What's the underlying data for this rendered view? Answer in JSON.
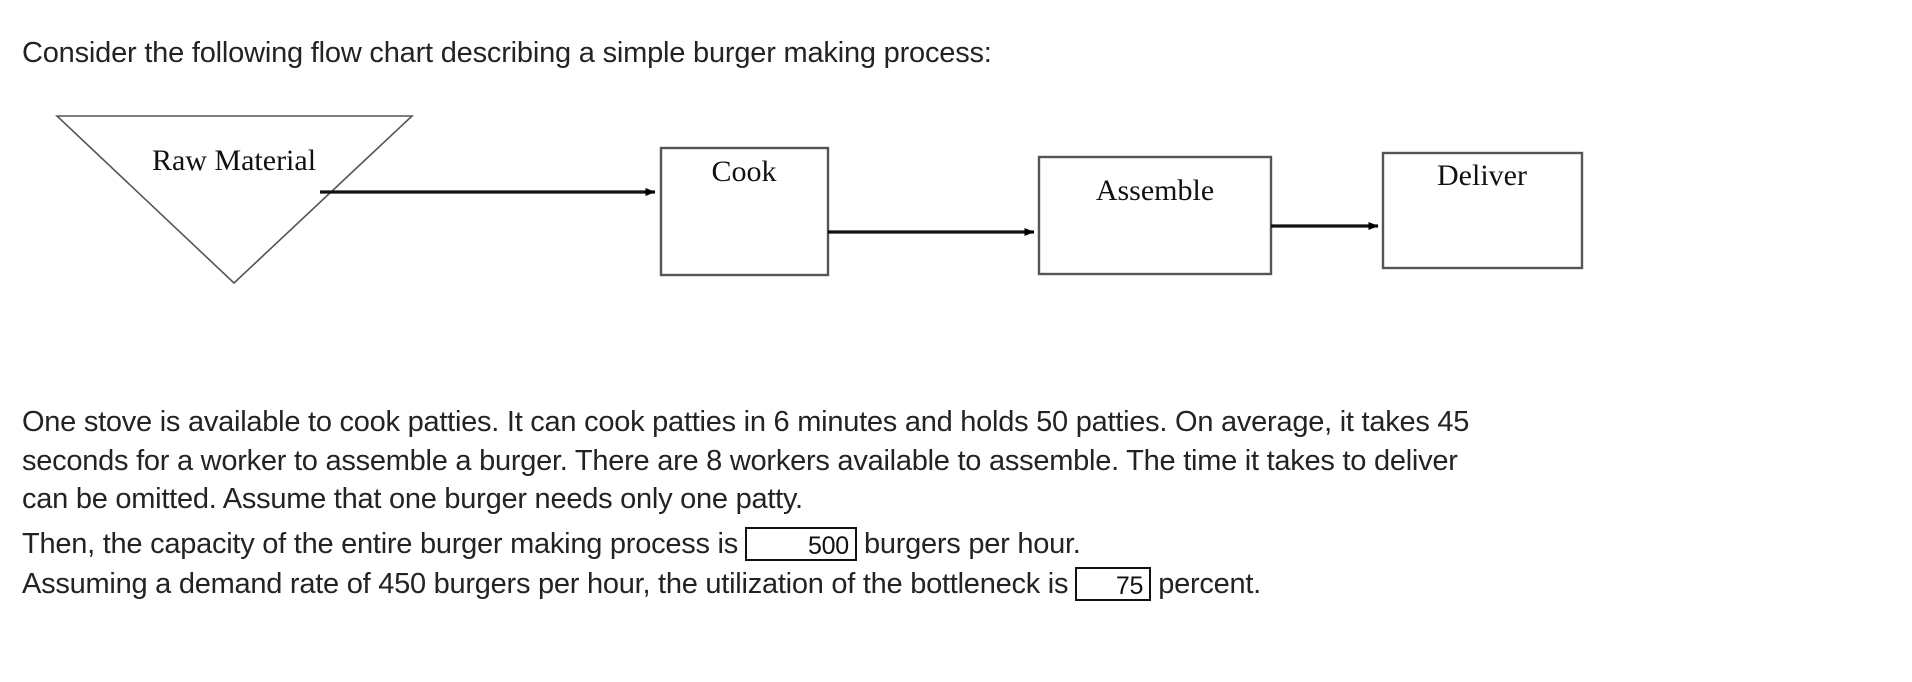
{
  "intro": {
    "text": "Consider the following flow chart describing a simple burger making process:"
  },
  "flowchart": {
    "nodes": [
      {
        "id": "raw-material",
        "label": "Raw Material",
        "shape": "inverted-triangle"
      },
      {
        "id": "cook",
        "label": "Cook",
        "shape": "rectangle"
      },
      {
        "id": "assemble",
        "label": "Assemble",
        "shape": "rectangle"
      },
      {
        "id": "deliver",
        "label": "Deliver",
        "shape": "rectangle"
      }
    ],
    "edges": [
      {
        "from": "raw-material",
        "to": "cook"
      },
      {
        "from": "cook",
        "to": "assemble"
      },
      {
        "from": "assemble",
        "to": "deliver"
      }
    ],
    "stroke_color": "#555555",
    "arrow_color": "#000000"
  },
  "body": {
    "lines": [
      "One stove is available to cook patties. It can cook patties in 6 minutes and holds 50 patties. On average, it takes 45",
      "seconds for a worker to assemble a burger. There are 8 workers available to assemble. The time it takes to deliver",
      "can be omitted. Assume that one burger needs only one patty."
    ]
  },
  "answers": {
    "capacity": {
      "prefix": "Then, the capacity of the entire burger making process is",
      "value": "500",
      "suffix": "burgers per hour."
    },
    "utilization": {
      "prefix": "Assuming a demand rate of 450 burgers per hour, the utilization of the bottleneck is",
      "value": "75",
      "suffix": "percent."
    }
  }
}
